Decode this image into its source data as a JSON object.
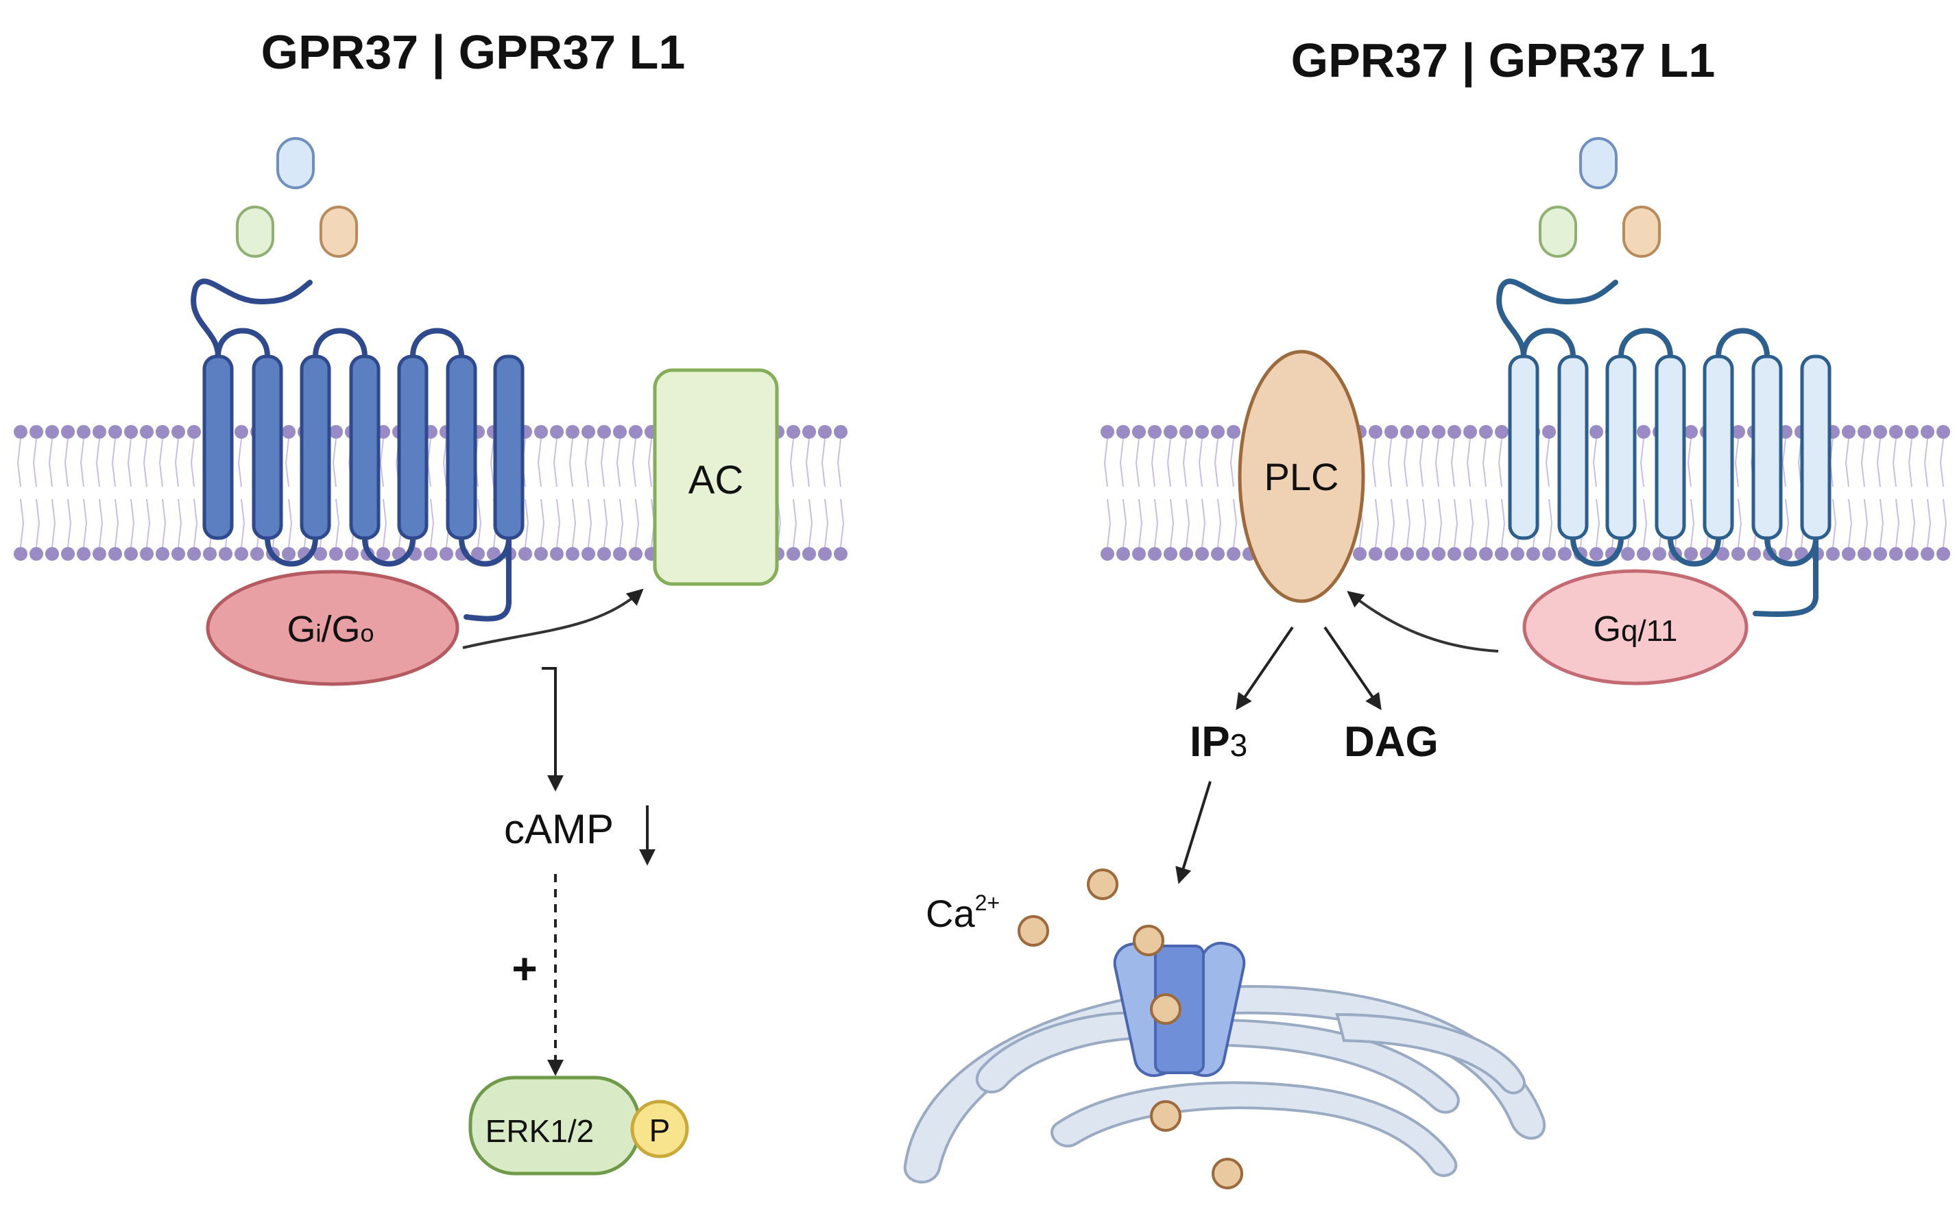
{
  "left_panel": {
    "title": "GPR37 | GPR37 L1",
    "g_protein": {
      "main1": "G",
      "sub1": "i",
      "sep": "/G",
      "sub2": "o"
    },
    "effector": "AC",
    "second_messenger": "cAMP",
    "activation_sign": "+",
    "kinase": "ERK1/2",
    "phospho": "P"
  },
  "right_panel": {
    "title": "GPR37 | GPR37 L1",
    "g_protein": {
      "main": "G",
      "sub": "q/11"
    },
    "effector": "PLC",
    "product_ip3": {
      "main": "IP",
      "sub": "3"
    },
    "product_dag": "DAG",
    "ion": {
      "main": "Ca",
      "sup": "2+"
    }
  },
  "colors": {
    "receptor_left": "#5b7fc0",
    "receptor_right": "#ddeaf8",
    "receptor_stroke": "#2e4a8c",
    "gi_go": "#e8a0a4",
    "gq": "#f7c9cc",
    "adenylyl_cyclase": "#e6f2d3",
    "plc": "#eed2b3",
    "membrane_head": "#9a8bc4",
    "er": "#dde5f0",
    "calcium": "#e8c9a0",
    "erk": "#d9ebc6",
    "phosphate": "#f8e48c"
  }
}
